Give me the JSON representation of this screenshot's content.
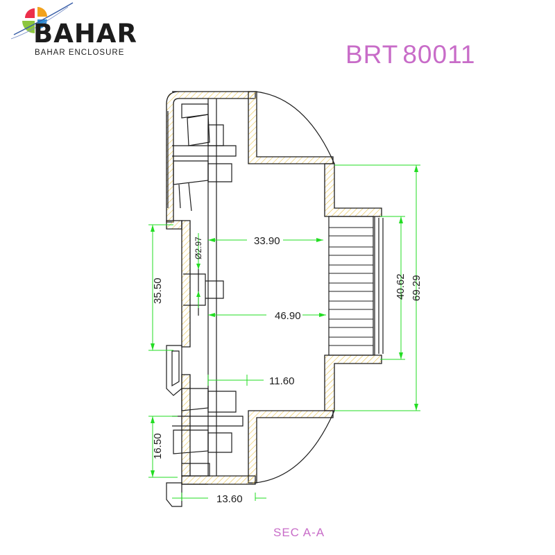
{
  "brand": {
    "name": "BAHAR",
    "tagline": "BAHAR ENCLOSURE"
  },
  "model": {
    "prefix": "BRT",
    "number": "80011"
  },
  "section_label": "SEC A-A",
  "dimensions": {
    "d_33_90": "33.90",
    "d_46_90": "46.90",
    "d_11_60": "11.60",
    "d_13_60": "13.60",
    "d_35_50": "35.50",
    "d_16_50": "16.50",
    "d_40_62": "40.62",
    "d_69_29": "69.29",
    "d_phi_2_97": "Ø2.97"
  },
  "colors": {
    "outline": "#1c1c1c",
    "hatch": "#e8c24a",
    "dimension": "#22dd22",
    "accent": "#c86cc8"
  }
}
